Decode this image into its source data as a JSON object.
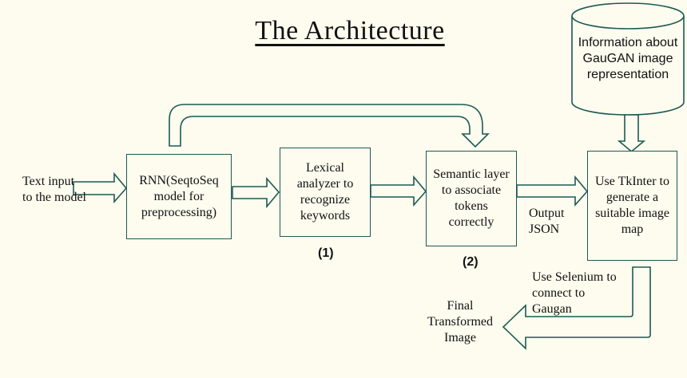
{
  "title": "The Architecture",
  "input_label": "Text input to the model",
  "boxes": {
    "rnn": "RNN(SeqtoSeq model for preprocessing)",
    "lexical": "Lexical analyzer to recognize keywords",
    "semantic": "Semantic layer to associate tokens correctly",
    "tkinter": "Use TkInter to generate a suitable image map"
  },
  "database": "Information about GauGAN image representation",
  "labels": {
    "step1": "(1)",
    "step2": "(2)",
    "output_json": "Output JSON",
    "selenium": "Use Selenium to connect to Gaugan",
    "final": "Final Transformed Image"
  },
  "colors": {
    "stroke": "#1d5a55",
    "background": "#fdfcef"
  }
}
